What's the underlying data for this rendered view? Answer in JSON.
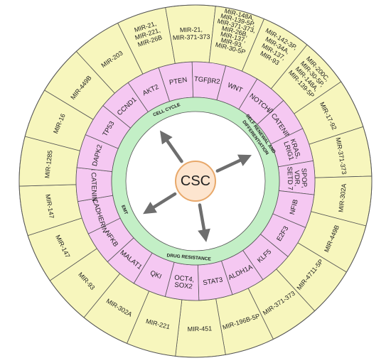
{
  "colors": {
    "outer_ring": "#f7f6bd",
    "middle_ring": "#f5c8f2",
    "inner_ring": "#c3efc6",
    "core": "#ffffff",
    "center_fill": "#fde5cf",
    "center_stroke": "#e8a86a",
    "arrow": "#6e6e6e",
    "divider": "#555555"
  },
  "center": {
    "label": "CSC"
  },
  "outer_segments": [
    {
      "lines": [
        "MIR-21,",
        "MIR-221,",
        "MIR-26B"
      ]
    },
    {
      "lines": [
        "MIR-21,",
        "MIR-371-373"
      ]
    },
    {
      "lines": [
        "MIR-148A,",
        "MIR-139-5P,",
        "MIR-371-373,",
        "MIR-26B,",
        "MIR-137,",
        "MIR-93,",
        "MIR-30-5P"
      ]
    },
    {
      "lines": [
        "MIR-142-3P,",
        "MIR-34A,",
        "MIR-137,",
        "MIR-93"
      ]
    },
    {
      "lines": [
        "MIR-200C,",
        "MIR-30-5P,",
        "MIR-148A,",
        "MIR-139-5P"
      ]
    },
    {
      "lines": [
        "MIR-17-92"
      ]
    },
    {
      "lines": [
        "MIR-371-373"
      ]
    },
    {
      "lines": [
        "MIR-302A"
      ]
    },
    {
      "lines": [
        "MIR-449B"
      ]
    },
    {
      "lines": [
        "MIR-4711-5P"
      ]
    },
    {
      "lines": [
        "MIR-371-373"
      ]
    },
    {
      "lines": [
        "MIR-196B-5P"
      ]
    },
    {
      "lines": [
        "MIR-451"
      ]
    },
    {
      "lines": [
        "MIR-221"
      ]
    },
    {
      "lines": [
        "MIR-302A"
      ]
    },
    {
      "lines": [
        "MIR-93"
      ]
    },
    {
      "lines": [
        "MIR-147"
      ]
    },
    {
      "lines": [
        "MIR-147"
      ]
    },
    {
      "lines": [
        "MIR-1285"
      ]
    },
    {
      "lines": [
        "MIR-16"
      ]
    },
    {
      "lines": [
        "MIR-449B"
      ]
    },
    {
      "lines": [
        "MIR-203"
      ]
    }
  ],
  "middle_segments": [
    {
      "lines": [
        "PTEN"
      ]
    },
    {
      "lines": [
        "TGFβR2"
      ]
    },
    {
      "lines": [
        "WNT"
      ]
    },
    {
      "lines": [
        "NOTCH"
      ]
    },
    {
      "lines": [
        "β CATENIN"
      ]
    },
    {
      "lines": [
        "KRAS,",
        "LRIG1"
      ]
    },
    {
      "lines": [
        "SPOP,",
        "VDR,",
        "SETD 7"
      ]
    },
    {
      "lines": [
        "NFIB"
      ]
    },
    {
      "lines": [
        "E2F3"
      ]
    },
    {
      "lines": [
        "KLF5"
      ]
    },
    {
      "lines": [
        "ALDH1A"
      ]
    },
    {
      "lines": [
        "STAT3"
      ]
    },
    {
      "lines": [
        "OCT4,",
        "SOX2"
      ]
    },
    {
      "lines": [
        "QKI"
      ]
    },
    {
      "lines": [
        "MALAT1"
      ]
    },
    {
      "lines": [
        "NFKB"
      ]
    },
    {
      "lines": [
        "E-CADHERIN"
      ]
    },
    {
      "lines": [
        "α CATENIN"
      ]
    },
    {
      "lines": [
        "DAPK2"
      ]
    },
    {
      "lines": [
        "TP53"
      ]
    },
    {
      "lines": [
        "CCND1"
      ]
    },
    {
      "lines": [
        "AKT2"
      ]
    }
  ],
  "ring_labels": [
    {
      "text": "CELL CYCLE"
    },
    {
      "text": "SELF RENEWAL AND"
    },
    {
      "text": "DIFFERENTIATION"
    },
    {
      "text": "EMT"
    },
    {
      "text": "DRUG RESISTANCE"
    }
  ]
}
